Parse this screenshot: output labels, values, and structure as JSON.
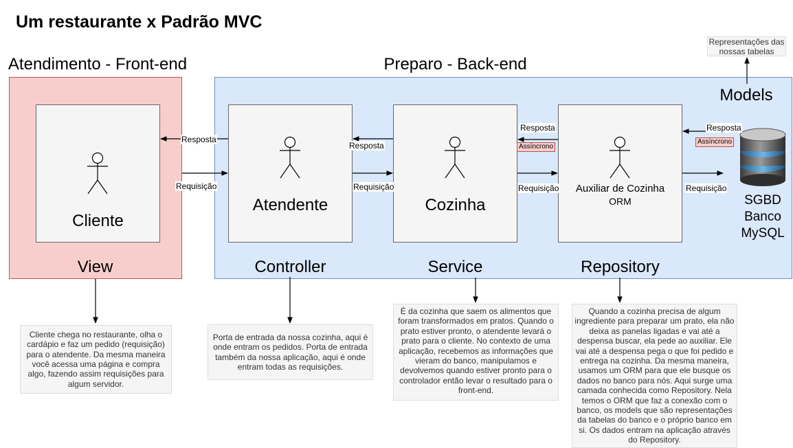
{
  "title": "Um restaurante x Padrão MVC",
  "sections": {
    "front": "Atendimento - Front-end",
    "back": "Preparo - Back-end"
  },
  "actors": {
    "cliente": "Cliente",
    "atendente": "Atendente",
    "cozinha": "Cozinha",
    "auxiliar_line1": "Auxiliar de Cozinha",
    "auxiliar_line2": "ORM"
  },
  "layers": {
    "view": "View",
    "controller": "Controller",
    "service": "Service",
    "repository": "Repository",
    "models": "Models"
  },
  "edges": {
    "resposta": "Resposta",
    "requisicao": "Requisição",
    "assincrono": "Assíncrono"
  },
  "database": {
    "line1": "SGBD",
    "line2": "Banco",
    "line3": "MySQL"
  },
  "notes": {
    "models": "Representações das nossas tabelas",
    "view": "Cliente chega no restaurante, olha o cardápio e faz um pedido (requisição) para o atendente. Da mesma maneira você acessa uma página e compra algo, fazendo assim requisições para algum servidor.",
    "controller": "Porta de entrada da nossa cozinha, aqui é onde entram os pedidos. Porta de entrada também da nossa aplicação, aqui é onde entram todas as requisições.",
    "service": "É da cozinha que saem os alimentos que foram transformados em pratos. Quando o prato estiver pronto, o atendente levará o prato para o cliente. No contexto de uma aplicação, recebemos as informações que vieram do banco, manipulamos e devolvemos quando estiver pronto para o controlador então levar o resultado para o front-end.",
    "repository": "Quando a cozinha precisa de algum ingrediente para preparar um prato, ela não deixa as panelas ligadas e vai até a despensa buscar, ela pede ao auxiliar. Ele vai até a despensa pega o que foi pedido e entrega na cozinha. Da mesma maneira, usamos um ORM para que ele busque os dados no banco para nós. Aqui surge uma camada conhecida como Repository. Nela temos o ORM que faz a conexão com o banco, os models que são representações da tabelas do banco e o próprio banco em si. Os dados entram na aplicação através do Repository."
  },
  "colors": {
    "front_fill": "#f8cecc",
    "front_stroke": "#b85450",
    "back_fill": "#dae8fc",
    "back_stroke": "#6c8ebf",
    "box_fill": "#f5f5f5",
    "box_stroke": "#666666"
  }
}
